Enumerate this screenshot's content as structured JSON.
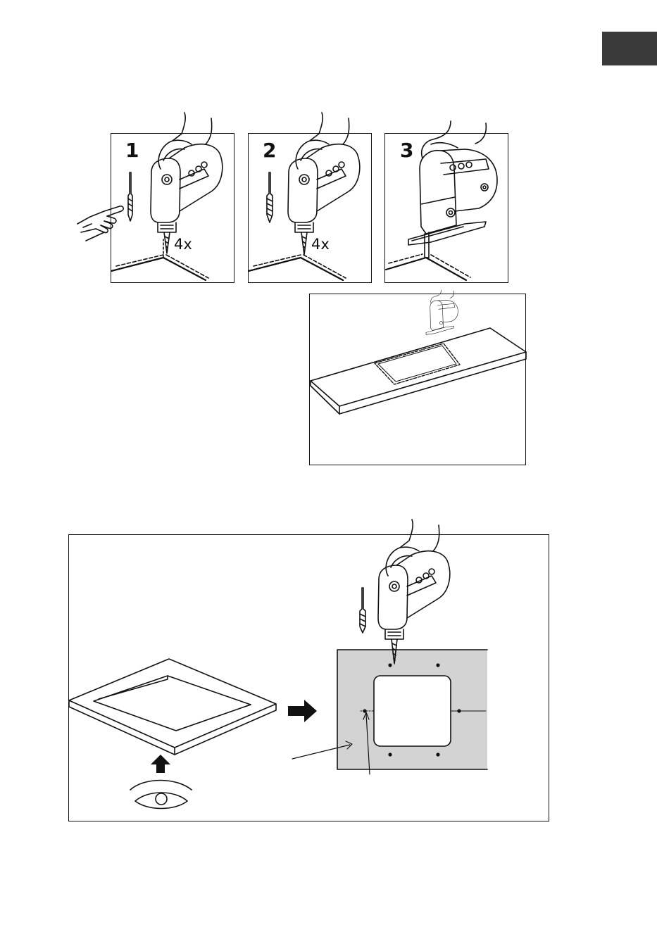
{
  "steps": [
    {
      "number": "1",
      "quantity": "4x"
    },
    {
      "number": "2",
      "quantity": "4x"
    },
    {
      "number": "3"
    }
  ],
  "colors": {
    "language_tab": "#3a3a3a",
    "template_fill": "#d3d3d3",
    "line": "#111111"
  },
  "icons": [
    "pointing-hand-icon",
    "drill-bit-icon",
    "power-drill-icon",
    "jigsaw-icon",
    "arrow-right-icon",
    "arrow-up-icon",
    "eye-icon"
  ]
}
